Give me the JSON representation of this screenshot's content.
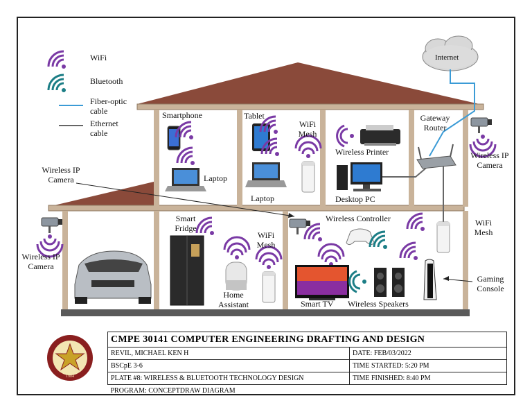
{
  "legend": {
    "wifi": "WiFi",
    "bluetooth": "Bluetooth",
    "fiber": "Fiber-optic cable",
    "ethernet": "Ethernet cable"
  },
  "labels": {
    "internet": "Internet",
    "smartphone": "Smartphone",
    "laptop_upper": "Laptop",
    "tablet": "Tablet",
    "laptop_mid": "Laptop",
    "wifi_mesh_top": "WiFi Mesh",
    "wireless_printer": "Wireless Printer",
    "desktop_pc": "Desktop PC",
    "gateway_router": "Gateway Router",
    "wireless_ip_camera_right": "Wireless IP Camera",
    "wireless_ip_camera_mid": "Wireless IP Camera",
    "wireless_ip_camera_left": "Wireless IP Camera",
    "smart_fridge": "Smart Fridge",
    "wifi_mesh_kitchen": "WiFi Mesh",
    "home_assistant": "Home Assistant",
    "wireless_controller": "Wireless Controller",
    "wifi_mesh_right": "WiFi Mesh",
    "gaming_console": "Gaming Console",
    "smart_tv": "Smart TV",
    "wireless_speakers": "Wireless Speakers"
  },
  "title_block": {
    "title": "CMPE 30141 COMPUTER ENGINEERING DRAFTING AND DESIGN",
    "name": "REVIL, MICHAEL KEN H",
    "date": "DATE: FEB/03/2022",
    "section": "BSCpE 3-6",
    "time_started": "TIME STARTED: 5:20 PM",
    "plate": "PLATE #8: WIRELESS & BLUETOOTH TECHNOLOGY DESIGN",
    "time_finished": "TIME FINISHED: 8:40 PM",
    "program": "PROGRAM: CONCEPTDRAW DIAGRAM"
  },
  "seal": {
    "year": "1904"
  },
  "colors": {
    "roof": "#8a4a3a",
    "wall": "#c9b39a",
    "wifi": "#7a3aa5",
    "bluetooth": "#1c7e86",
    "fiber": "#3b9bd6",
    "ethernet": "#666666",
    "floor": "#5a5a5a"
  }
}
